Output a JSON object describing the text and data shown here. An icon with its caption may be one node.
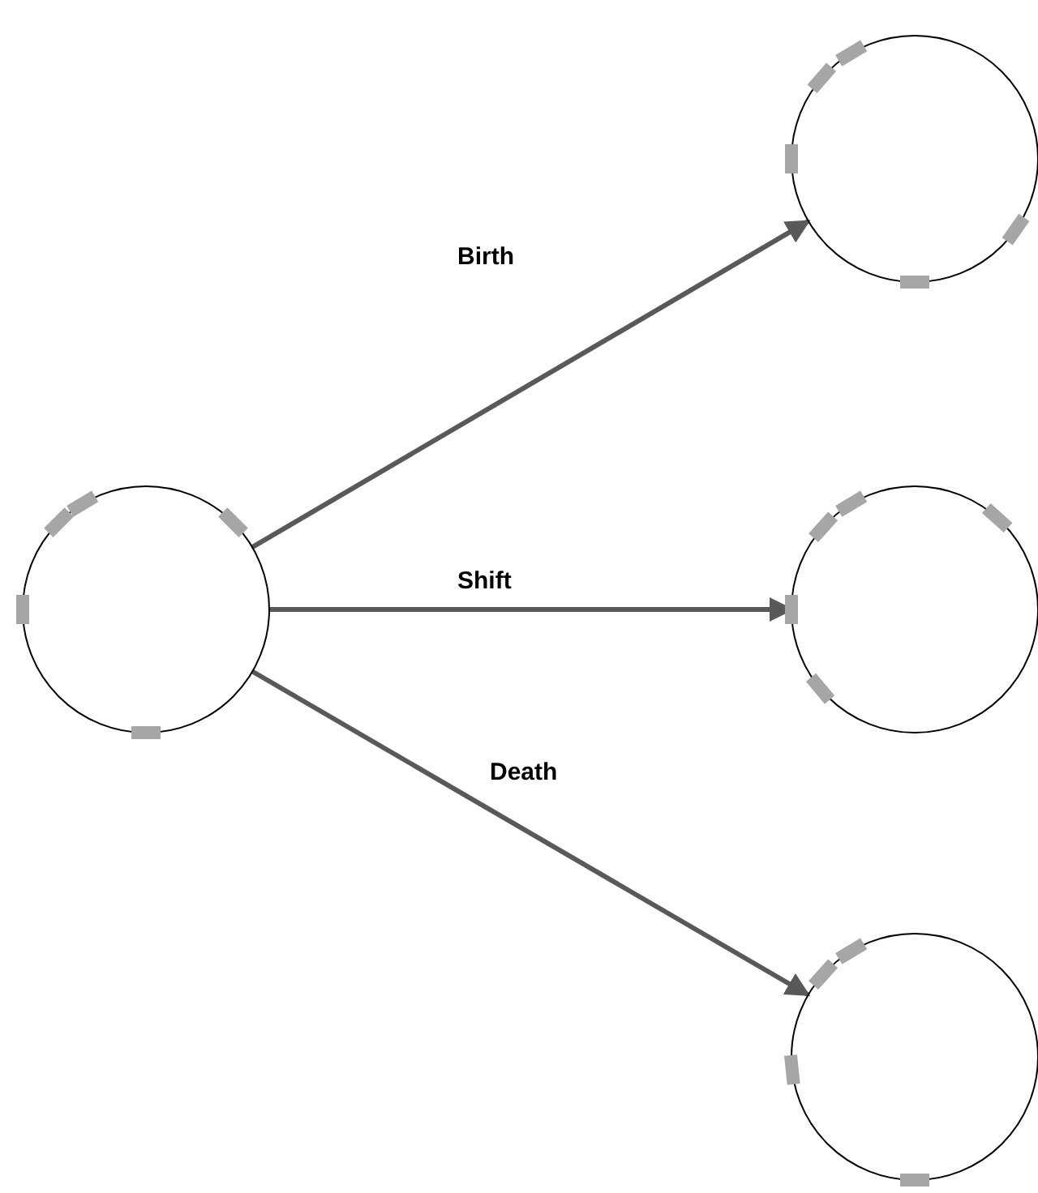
{
  "diagram": {
    "nodes": [
      {
        "text": [],
        "shape": "circle"
      },
      {
        "text": [],
        "shape": "circle"
      },
      {
        "text": [],
        "shape": "circle"
      },
      {
        "text": [],
        "shape": "circle"
      }
    ],
    "edges": [
      {
        "from": 0,
        "to": 1,
        "arrow": "to",
        "label": "Birth"
      },
      {
        "from": 0,
        "to": 2,
        "arrow": "to",
        "label": "Shift"
      },
      {
        "from": 0,
        "to": 3,
        "arrow": "to",
        "label": "Death"
      }
    ]
  }
}
